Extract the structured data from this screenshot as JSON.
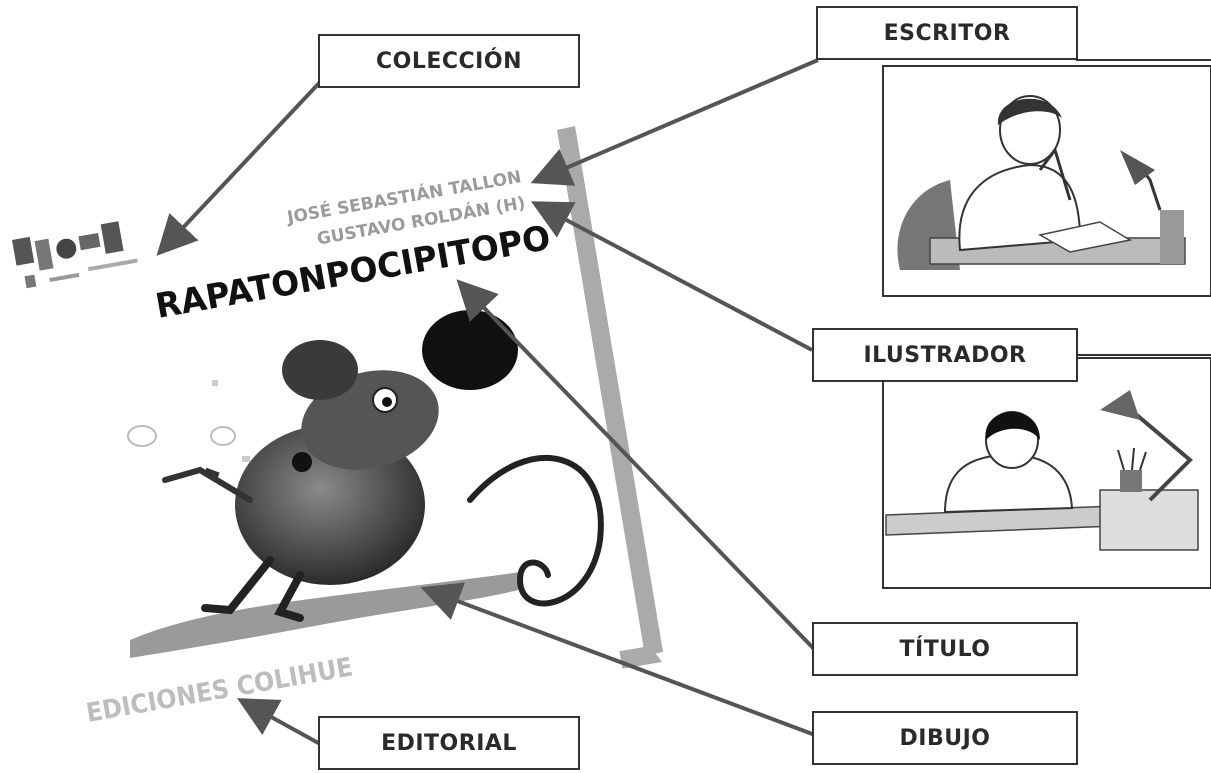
{
  "labels": {
    "coleccion": "COLECCIÓN",
    "escritor": "ESCRITOR",
    "ilustrador": "ILUSTRADOR",
    "titulo": "TÍTULO",
    "dibujo": "DIBUJO",
    "editorial": "EDITORIAL"
  },
  "cover": {
    "author": "JOSÉ SEBASTIÁN TALLON",
    "illustrator": "GUSTAVO ROLDÁN (H)",
    "title": "RAPATONPOCIPITOPO",
    "publisher": "EDICIONES COLIHUE",
    "collection_mark": "[collection logo]"
  },
  "colors": {
    "arrow": "#555555",
    "box_border": "#333333",
    "cover_shadow": "#aaaaaa",
    "title_text": "#111111",
    "names_text": "#9a9a9a",
    "publisher_text": "#bdbdbd"
  },
  "icons": {
    "writer_image": "person-writing-at-desk-sketch",
    "illustrator_image": "person-drawing-at-desk-sketch",
    "cover_drawing": "cartoon-mouse-on-branch"
  }
}
